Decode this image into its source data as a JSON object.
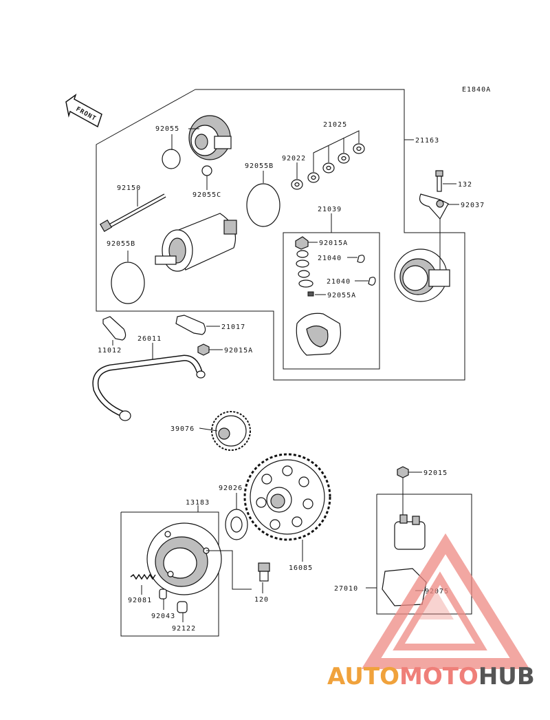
{
  "diagram_code": "E1840A",
  "front_label": "FRONT",
  "parts": {
    "p92055_top": "92055",
    "p92055C": "92055C",
    "p92150": "92150",
    "p92055B_left": "92055B",
    "p92055B_right": "92055B",
    "p92022": "92022",
    "p21025": "21025",
    "p21163": "21163",
    "p132": "132",
    "p92037": "92037",
    "p21039": "21039",
    "p92015A_top": "92015A",
    "p21040_a": "21040",
    "p21040_b": "21040",
    "p92055A": "92055A",
    "p21017": "21017",
    "p92015A_bottom": "92015A",
    "p11012": "11012",
    "p26011": "26011",
    "p39076": "39076",
    "p92026": "92026",
    "p13183": "13183",
    "p16085": "16085",
    "p92015": "92015",
    "p92081": "92081",
    "p92043": "92043",
    "p92122": "92122",
    "p120": "120",
    "p27010": "27010",
    "p92075": "92075"
  },
  "watermark": {
    "part1": "AUTO",
    "part2": "MOTO",
    "part3": "HUB"
  },
  "colors": {
    "watermark_triangle": "#ee8a84",
    "watermark_auto": "#f0a23c",
    "watermark_moto": "#ef7f79",
    "watermark_hub": "#555555"
  }
}
